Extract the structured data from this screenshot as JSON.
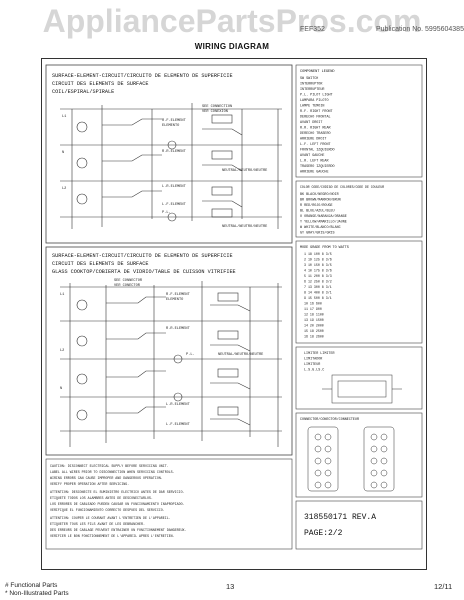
{
  "watermark": "AppliancePartsPros.com",
  "header": {
    "model": "FEF352",
    "publication": "Publication No. 5995604385"
  },
  "title": "WIRING DIAGRAM",
  "schematic_top": {
    "heading_line1": "SURFACE-ELEMENT-CIRCUIT/CIRCUITO DE ELEMENTO DE SUPERFICIE",
    "heading_line2": "CIRCUIT DES   ELEMENTS DE SURFACE",
    "heading_line3": "COIL/ESPIRAL/SPIRALE",
    "labels": [
      "SEE CONNECTION",
      "VER CONEXION",
      "VOIR CONNECTEUR",
      "R.F.ELEMENT",
      "ELEMENTO",
      "R.R.ELEMENT",
      "NEUTRAL/NEUTRO/NEUTRE",
      "L.R.ELEMENT",
      "L.F.ELEMENT",
      "NEUTRAL/NEUTRO/NEUTRE",
      "P.L.",
      "L1",
      "N",
      "L2"
    ]
  },
  "schematic_bottom": {
    "heading_line1": "SURFACE-ELEMENT-CIRCUIT/CIRCUITO DE ELEMENTO DE SUPERFICIE",
    "heading_line2": "CIRCUIT DES   ELEMENTS DE SURFACE",
    "heading_line3": "GLASS COOKTOP/COBIERTA DE VIDRIO/TABLE DE CUISSON VITRIFIEE",
    "labels": [
      "SEE CONNECTOR",
      "VER CONECTOR",
      "VOIR CONNECTEUR",
      "R.F.ELEMENT",
      "ELEMENTO",
      "R.R.ELEMENT",
      "NEUTRAL/NEUTRO/NEUTRE",
      "L.R.ELEMENT",
      "L.F.ELEMENT",
      "P.L.",
      "L1",
      "L2",
      "N"
    ]
  },
  "legend_right": {
    "heading": "COMPONENT LEGEND",
    "rows": [
      "SW  SWITCH",
      "    INTERRUPTOR",
      "    INTERRUPTEUR",
      "P.L. PILOT LIGHT",
      "     LAMPARA PILOTO",
      "     LAMPE TEMOIN",
      "R.F. RIGHT FRONT",
      "     DERECHO FRONTAL",
      "     AVANT DROIT",
      "R.R. RIGHT REAR",
      "     DERECHO TRASERO",
      "     ARRIERE DROIT",
      "L.F. LEFT FRONT",
      "     FRONTAL IZQUIERDO",
      "     AVANT GAUCHE",
      "L.R. LEFT REAR",
      "     TRASERO IZQUIERDO",
      "     ARRIERE GAUCHE"
    ]
  },
  "color_legend": {
    "heading": "COLOR CODE/CODIGO DE COLORES/CODE DE COULEUR",
    "rows": [
      "BK  BLACK/NEGRO/NOIR",
      "BR  BROWN/MARRON/BRUN",
      "R   RED/ROJO/ROUGE",
      "BL  BLUE/AZUL/BLEU",
      "O   ORANGE/NARANJA/ORANGE",
      "Y   YELLOW/AMARILLO/JAUNE",
      "W   WHITE/BLANCO/BLANC",
      "GY  GRAY/GRIS/GRIS"
    ]
  },
  "switch_table": {
    "heading": "MODE  GRADE  FROM  TO  WATTS",
    "rows": [
      "1   18   100   8 3/5",
      "2   19   125   8 3/6",
      "3   10   150   8 3/5",
      "4   10   175   8 3/6",
      "5   11   200   8 3/3",
      "6   12   250   8 3/2",
      "7   13   300   8 3/1",
      "8   14   400   8 3/1",
      "9   15   500   8 3/1",
      "10  16   600",
      "11  17   900",
      "12  18  1100",
      "13  19  1500",
      "14  20  2000",
      "15  18  2500",
      "16  18  2600"
    ]
  },
  "limiter_note": [
    "LIMITER LIMITER",
    "LIMITADOR",
    "LIMITEUR",
    "L.S.G.LS.C"
  ],
  "connector_heading": "CONNECTOR/CONECTOR/CONNECTEUR",
  "part_block": {
    "part_number": "318550171 REV.A",
    "page": "PAGE:2/2"
  },
  "notes": [
    "CAUTION: DISCONNECT ELECTRICAL SUPPLY BEFORE SERVICING UNIT.",
    "LABEL ALL WIRES PRIOR TO DISCONNECTION WHEN SERVICING CONTROLS.",
    "WIRING ERRORS CAN CAUSE IMPROPER AND DANGEROUS OPERATION.",
    "VERIFY PROPER OPERATION AFTER SERVICING.",
    "ATTENTION: DESCONECTE EL SUMINISTRO ELECTRICO ANTES DE DAR SERVICIO.",
    "ETIQUETE TODOS LOS ALAMBRES ANTES DE DESCONECTARLOS.",
    "LOS ERRORES DE CABLEADO PUEDEN CAUSAR UN FUNCIONAMIENTO INAPROPIADO.",
    "VERIFIQUE EL FUNCIONAMIENTO CORRECTO DESPUES DEL SERVICIO.",
    "ATTENTION: COUPER LE COURANT AVANT L'ENTRETIEN DE L'APPAREIL.",
    "ETIQUETER TOUS LES FILS AVANT DE LES DEBRANCHER.",
    "DES ERREURS DE CABLAGE PEUVENT ENTRAINER UN FONCTIONNEMENT DANGEREUX.",
    "VERIFIER LE BON FONCTIONNEMENT DE L'APPAREIL APRES L'ENTRETIEN."
  ],
  "footer": {
    "left_line1": "# Functional Parts",
    "left_line2": "* Non-Illustrated Parts",
    "page": "13",
    "date": "12/11"
  }
}
